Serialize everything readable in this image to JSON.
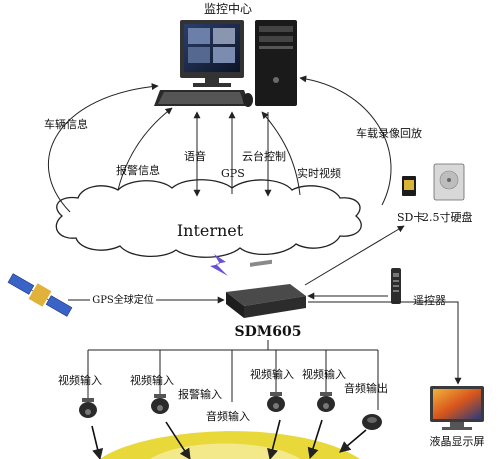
{
  "center": {
    "label": "监控中心"
  },
  "network": {
    "label": "Internet"
  },
  "device": {
    "label": "SDM605"
  },
  "flows": {
    "vehicle_info": "车辆信息",
    "alarm_info": "报警信息",
    "audio": "语音",
    "gps": "GPS",
    "ptz_control": "云台控制",
    "live_video": "实时视频",
    "onboard_playback": "车载录像回放"
  },
  "storage": {
    "sd": "SD卡",
    "hdd": "2.5寸硬盘"
  },
  "remote": {
    "label": "遥控器"
  },
  "satellite": {
    "label": "GPS全球定位"
  },
  "inputs": {
    "video_in_1": "视频输入",
    "video_in_2": "视频输入",
    "alarm_in": "报警输入",
    "audio_in": "音频输入",
    "video_in_3": "视频输入",
    "video_in_4": "视频输入",
    "audio_out": "音频输出"
  },
  "display": {
    "label": "液晶显示屏"
  },
  "colors": {
    "cloud": "#ffffff",
    "line": "#222222",
    "lightning": "#6a4fd8",
    "car": "#e8d83a"
  }
}
